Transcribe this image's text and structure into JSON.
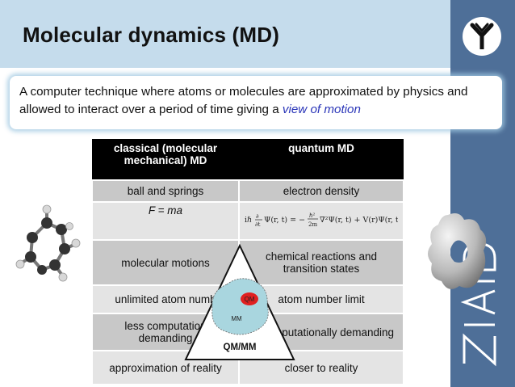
{
  "slide": {
    "title": "Molecular dynamics (MD)",
    "definition_text": "A computer technique where atoms or molecules are approximated by physics and allowed to interact over a period of time giving a ",
    "definition_highlight": "view of motion"
  },
  "table": {
    "headers": [
      "classical (molecular mechanical) MD",
      "quantum MD"
    ],
    "rows": [
      [
        "ball and springs",
        "electron density"
      ],
      [
        "F = ma",
        ""
      ],
      [
        "molecular motions",
        "chemical reactions and transition states"
      ],
      [
        "unlimited atom numb",
        "atom number limit"
      ],
      [
        "less computation demanding",
        "re computationally demanding"
      ],
      [
        "approximation of reality",
        "closer to reality"
      ]
    ]
  },
  "diagram": {
    "qm": "QM",
    "mm": "MM",
    "caption": "QM/MM"
  },
  "logo": {
    "niaid": "NIAID"
  },
  "colors": {
    "header_bg": "#c5dcec",
    "sidebar": "#4e6f98",
    "highlight_text": "#2a35b8",
    "qm_red": "#e02020",
    "mm_cyan": "#a9d6df"
  }
}
